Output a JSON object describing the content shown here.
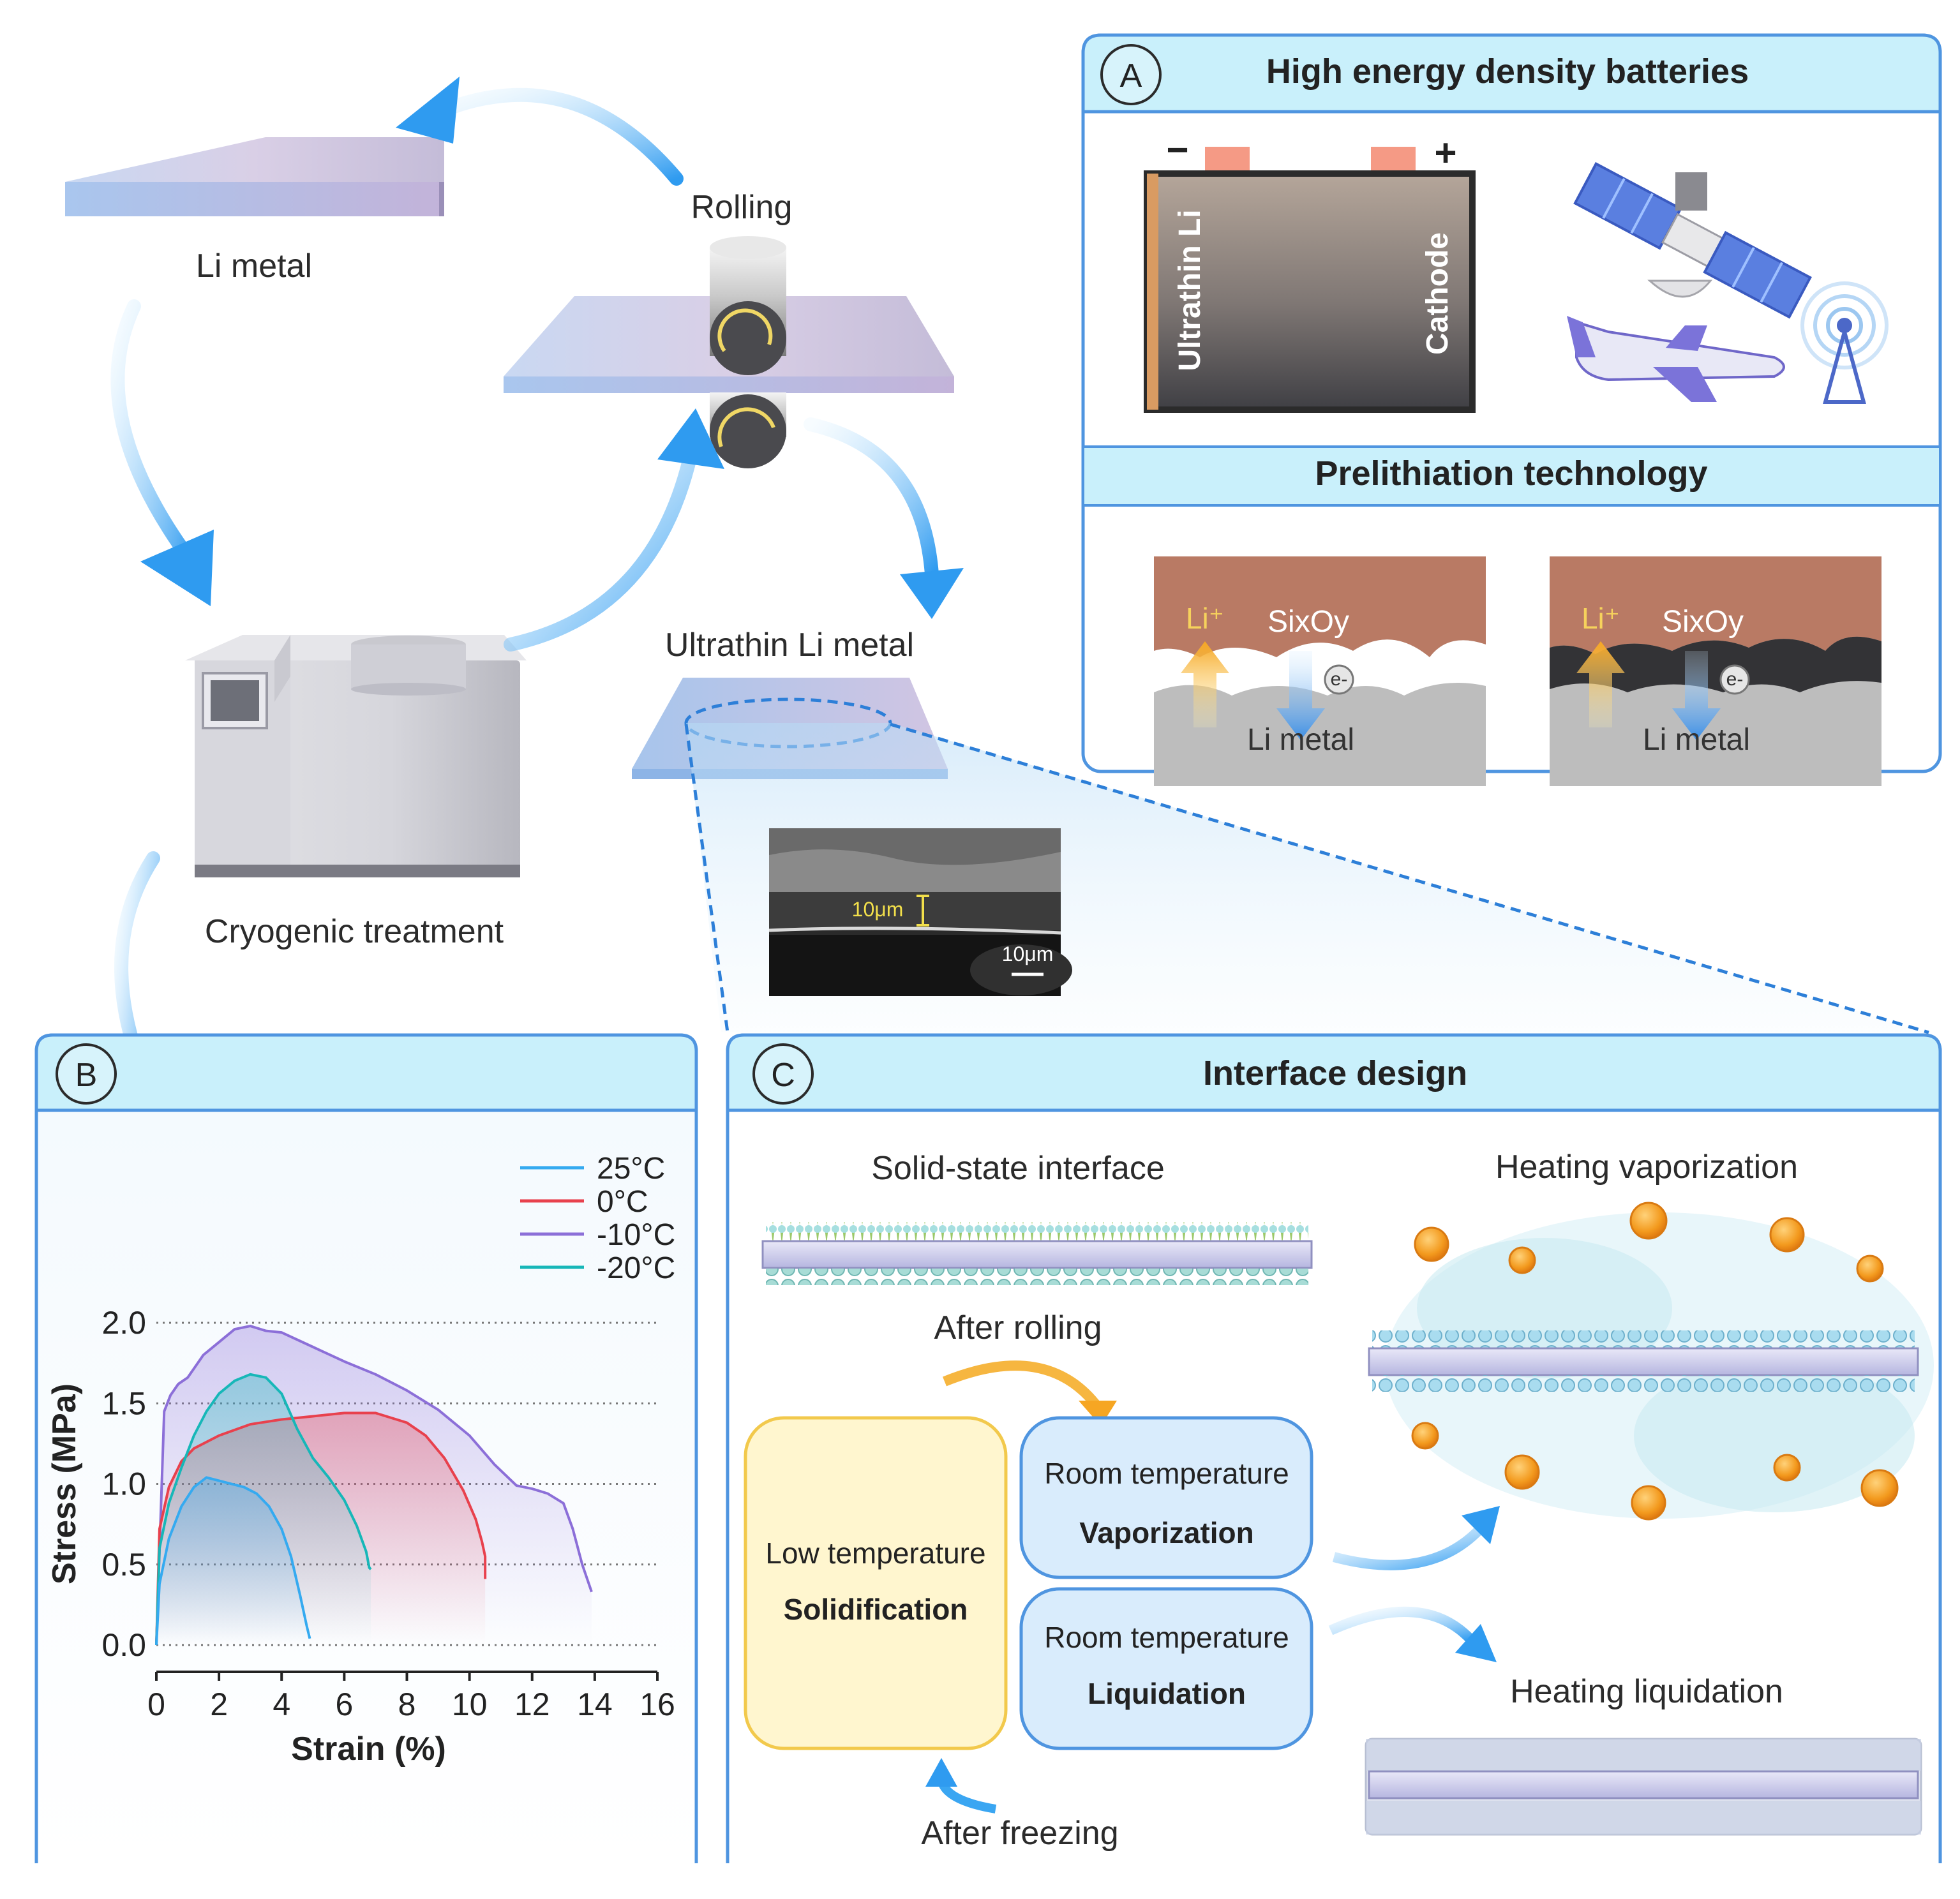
{
  "process": {
    "li_metal": "Li metal",
    "rolling": "Rolling",
    "cryogenic": "Cryogenic treatment",
    "ultrathin": "Ultrathin Li metal",
    "sem_label": "10μm",
    "sem_scale": "10μm"
  },
  "panel_a": {
    "letter": "A",
    "title": "High energy density batteries",
    "subtitle": "Prelithiation technology",
    "battery": {
      "anode": "Ultrathin Li",
      "cathode": "Cathode",
      "minus": "−",
      "plus": "+"
    },
    "prelith_left": {
      "ion": "Li⁺",
      "film": "SixOy",
      "electron": "e-",
      "metal": "Li metal"
    },
    "prelith_right": {
      "ion": "Li⁺",
      "film": "SixOy",
      "electron": "e-",
      "metal": "Li metal"
    },
    "icons": [
      "satellite-icon",
      "airplane-icon",
      "signal-tower-icon"
    ]
  },
  "panel_b": {
    "letter": "B"
  },
  "panel_c": {
    "letter": "C",
    "title": "Interface design",
    "solid_state": "Solid-state interface",
    "after_rolling": "After rolling",
    "low_temp": "Low temperature",
    "solidification": "Solidification",
    "room_temp_1": "Room temperature",
    "vaporization": "Vaporization",
    "room_temp_2": "Room temperature",
    "liquidation": "Liquidation",
    "after_freezing": "After freezing",
    "heating_vaporization": "Heating vaporization",
    "heating_liquidation": "Heating liquidation"
  },
  "colors": {
    "panel_header": "#c9f0fb",
    "panel_border": "#4f95e0",
    "arrow_blue": "#3aa6f2",
    "series_25": "#35aaf0",
    "series_0": "#e8414d",
    "series_m10": "#8c6fd8",
    "series_m20": "#17b7b8"
  },
  "chart_data": {
    "type": "line",
    "xlabel": "Strain (%)",
    "ylabel": "Stress (MPa)",
    "xlim": [
      0,
      16
    ],
    "ylim": [
      0,
      2.0
    ],
    "xticks": [
      "0",
      "2",
      "4",
      "6",
      "8",
      "10",
      "12",
      "14",
      "16"
    ],
    "yticks": [
      "0.0",
      "0.5",
      "1.0",
      "1.5",
      "2.0"
    ],
    "grid": "horizontal dotted",
    "legend_position": "top-right",
    "series": [
      {
        "name": "25°C",
        "color": "#35aaf0",
        "x": [
          0,
          0.1,
          0.4,
          0.8,
          1.2,
          1.6,
          2.0,
          2.4,
          2.8,
          3.2,
          3.6,
          4.0,
          4.3,
          4.6,
          4.8,
          4.9
        ],
        "y": [
          0,
          0.38,
          0.66,
          0.86,
          0.98,
          1.04,
          1.02,
          1.0,
          0.98,
          0.94,
          0.86,
          0.72,
          0.55,
          0.3,
          0.12,
          0.04
        ]
      },
      {
        "name": "0°C",
        "color": "#e8414d",
        "x": [
          0,
          0.1,
          0.4,
          0.8,
          1.2,
          2.0,
          3.0,
          4.0,
          5.0,
          6.0,
          7.0,
          8.0,
          8.6,
          9.2,
          9.8,
          10.2,
          10.4,
          10.5,
          10.5
        ],
        "y": [
          0,
          0.72,
          0.98,
          1.14,
          1.22,
          1.3,
          1.37,
          1.4,
          1.42,
          1.44,
          1.44,
          1.38,
          1.3,
          1.16,
          0.96,
          0.78,
          0.64,
          0.55,
          0.41
        ]
      },
      {
        "name": "-10°C",
        "color": "#8c6fd8",
        "x": [
          0,
          0.25,
          0.45,
          0.7,
          1.0,
          1.5,
          2.0,
          2.5,
          3.0,
          3.5,
          4.0,
          5.0,
          6.0,
          7.0,
          8.0,
          9.0,
          10.0,
          10.8,
          11.5,
          12.0,
          12.5,
          13.0,
          13.3,
          13.6,
          13.9
        ],
        "y": [
          0,
          1.45,
          1.55,
          1.62,
          1.66,
          1.8,
          1.88,
          1.96,
          1.98,
          1.95,
          1.94,
          1.85,
          1.76,
          1.68,
          1.58,
          1.46,
          1.3,
          1.12,
          0.99,
          0.97,
          0.94,
          0.88,
          0.72,
          0.5,
          0.33
        ]
      },
      {
        "name": "-20°C",
        "color": "#17b7b8",
        "x": [
          0,
          0.1,
          0.4,
          0.8,
          1.2,
          1.6,
          2.0,
          2.5,
          3.0,
          3.5,
          4.0,
          4.5,
          5.0,
          5.5,
          6.0,
          6.4,
          6.7,
          6.8,
          6.85
        ],
        "y": [
          0,
          0.6,
          0.88,
          1.1,
          1.3,
          1.45,
          1.56,
          1.64,
          1.68,
          1.66,
          1.56,
          1.34,
          1.16,
          1.04,
          0.9,
          0.74,
          0.58,
          0.48,
          0.47
        ]
      }
    ]
  }
}
